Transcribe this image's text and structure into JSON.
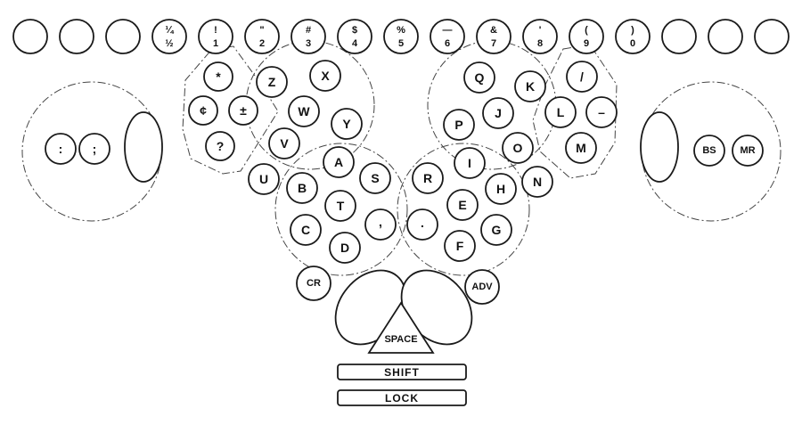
{
  "top_row": [
    {
      "upper": "",
      "lower": ""
    },
    {
      "upper": "",
      "lower": ""
    },
    {
      "upper": "",
      "lower": ""
    },
    {
      "upper": "¼",
      "lower": "½"
    },
    {
      "upper": "!",
      "lower": "1"
    },
    {
      "upper": "\"",
      "lower": "2"
    },
    {
      "upper": "#",
      "lower": "3"
    },
    {
      "upper": "$",
      "lower": "4"
    },
    {
      "upper": "%",
      "lower": "5"
    },
    {
      "upper": "—",
      "lower": "6"
    },
    {
      "upper": "&",
      "lower": "7"
    },
    {
      "upper": "'",
      "lower": "8"
    },
    {
      "upper": "(",
      "lower": "9"
    },
    {
      "upper": ")",
      "lower": "0"
    },
    {
      "upper": "",
      "lower": ""
    },
    {
      "upper": "",
      "lower": ""
    },
    {
      "upper": "",
      "lower": ""
    }
  ],
  "keys": {
    "colon": ":",
    "semicolon": ";",
    "asterisk": "*",
    "cent": "¢",
    "plusminus": "±",
    "question": "?",
    "Z": "Z",
    "X": "X",
    "W": "W",
    "Y": "Y",
    "V": "V",
    "U": "U",
    "A": "A",
    "S": "S",
    "B": "B",
    "T": "T",
    "C": "C",
    "comma": ",",
    "D": "D",
    "R": "R",
    "I": "I",
    "E": "E",
    "H": "H",
    "period": ".",
    "G": "G",
    "F": "F",
    "Q": "Q",
    "K": "K",
    "P": "P",
    "J": "J",
    "O": "O",
    "N": "N",
    "slash": "/",
    "L": "L",
    "dash": "–",
    "M": "M",
    "BS": "BS",
    "MR": "MR",
    "CR": "CR",
    "ADV": "ADV",
    "SPACE": "SPACE"
  },
  "bars": {
    "shift": "SHIFT",
    "lock": "LOCK"
  }
}
